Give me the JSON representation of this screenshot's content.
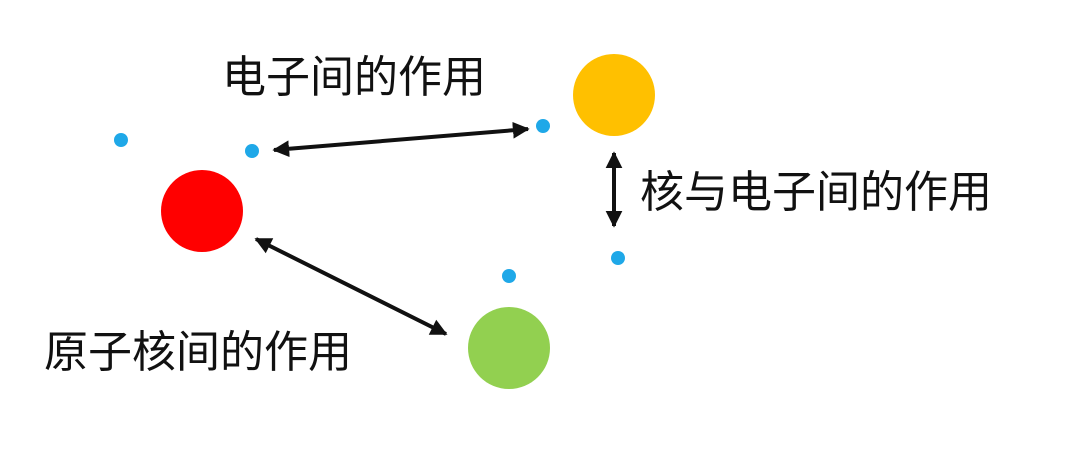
{
  "labels": {
    "electron_interaction": "电子间的作用",
    "nucleus_electron_interaction": "核与电子间的作用",
    "nuclei_interaction": "原子核间的作用"
  },
  "colors": {
    "nucleus_red": "#ff0000",
    "nucleus_yellow": "#ffc000",
    "nucleus_green": "#92d050",
    "electron": "#1fa8e8",
    "arrow": "#111111",
    "text": "#111111"
  }
}
